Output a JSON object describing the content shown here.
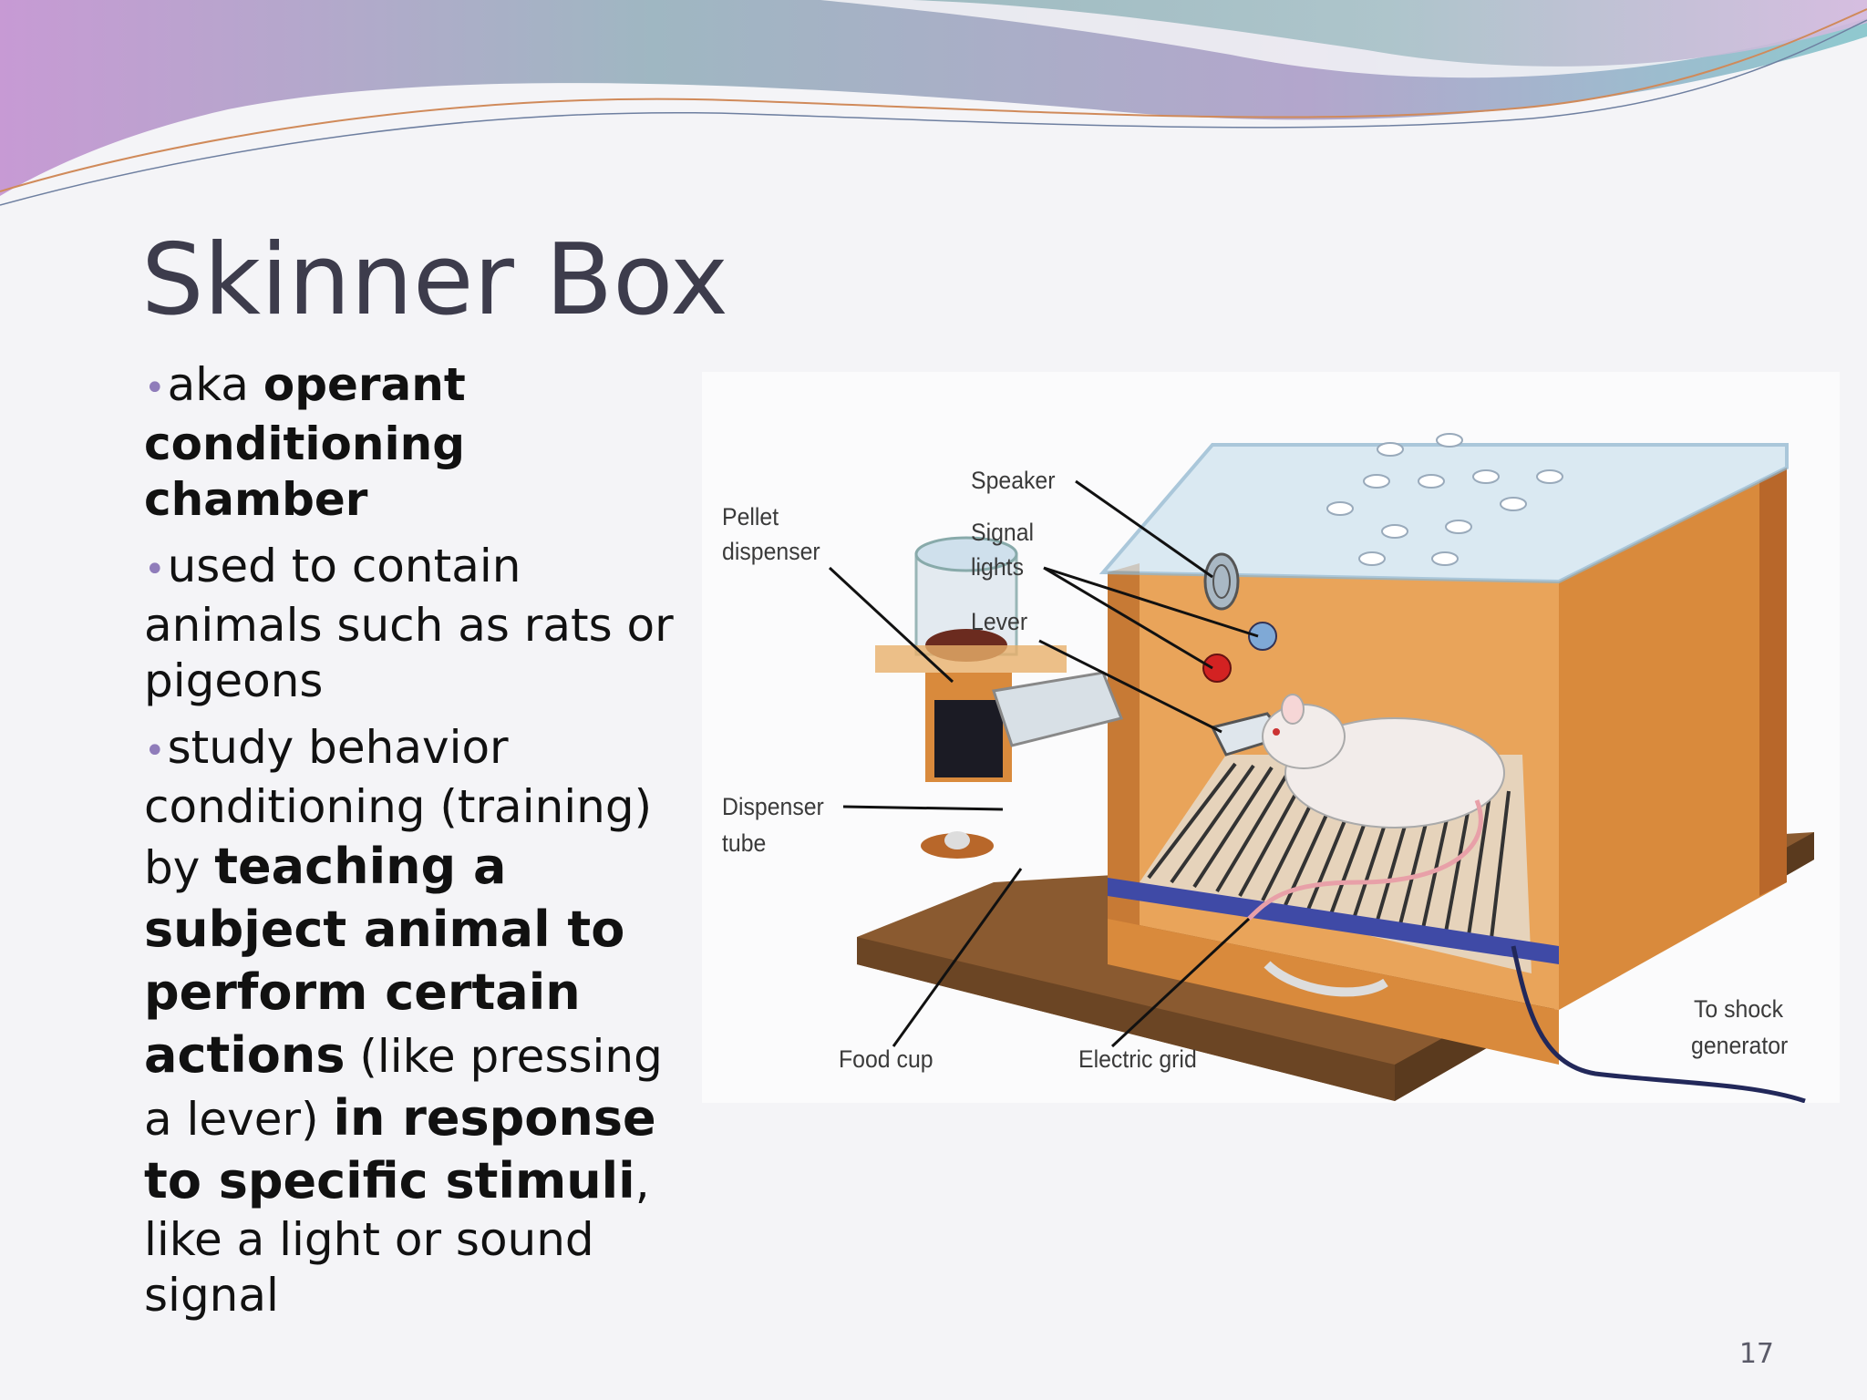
{
  "slide": {
    "title": "Skinner Box",
    "page_number": "17",
    "bullets": [
      {
        "parts": [
          {
            "t": "aka ",
            "b": false
          },
          {
            "t": "operant conditioning chamber",
            "b": true
          }
        ]
      },
      {
        "parts": [
          {
            "t": "used to contain animals such as rats or pigeons",
            "b": false
          }
        ]
      },
      {
        "parts": [
          {
            "t": "study behavior conditioning (training) by ",
            "b": false
          },
          {
            "t": "teaching a subject animal to perform certain actions",
            "b": true
          },
          {
            "t": " (like pressing a lever) ",
            "b": false
          },
          {
            "t": "in response to specific stimuli",
            "b": true
          },
          {
            "t": ", like a light or sound signal",
            "b": false
          }
        ]
      }
    ]
  },
  "figure": {
    "labels": {
      "speaker": "Speaker",
      "signal_lights_1": "Signal",
      "signal_lights_2": "lights",
      "lever": "Lever",
      "pellet_1": "Pellet",
      "pellet_2": "dispenser",
      "dispenser_tube_1": "Dispenser",
      "dispenser_tube_2": "tube",
      "food_cup": "Food cup",
      "electric_grid": "Electric grid",
      "shock_1": "To shock",
      "shock_2": "generator"
    },
    "colors": {
      "wood": "#d98a3c",
      "wood_dark": "#b8672a",
      "base": "#8a5a30",
      "glass": "#cfe3ef",
      "grid_bar": "#3f4aa6",
      "red_light": "#d32222",
      "blue_light": "#7fa9d6"
    }
  }
}
